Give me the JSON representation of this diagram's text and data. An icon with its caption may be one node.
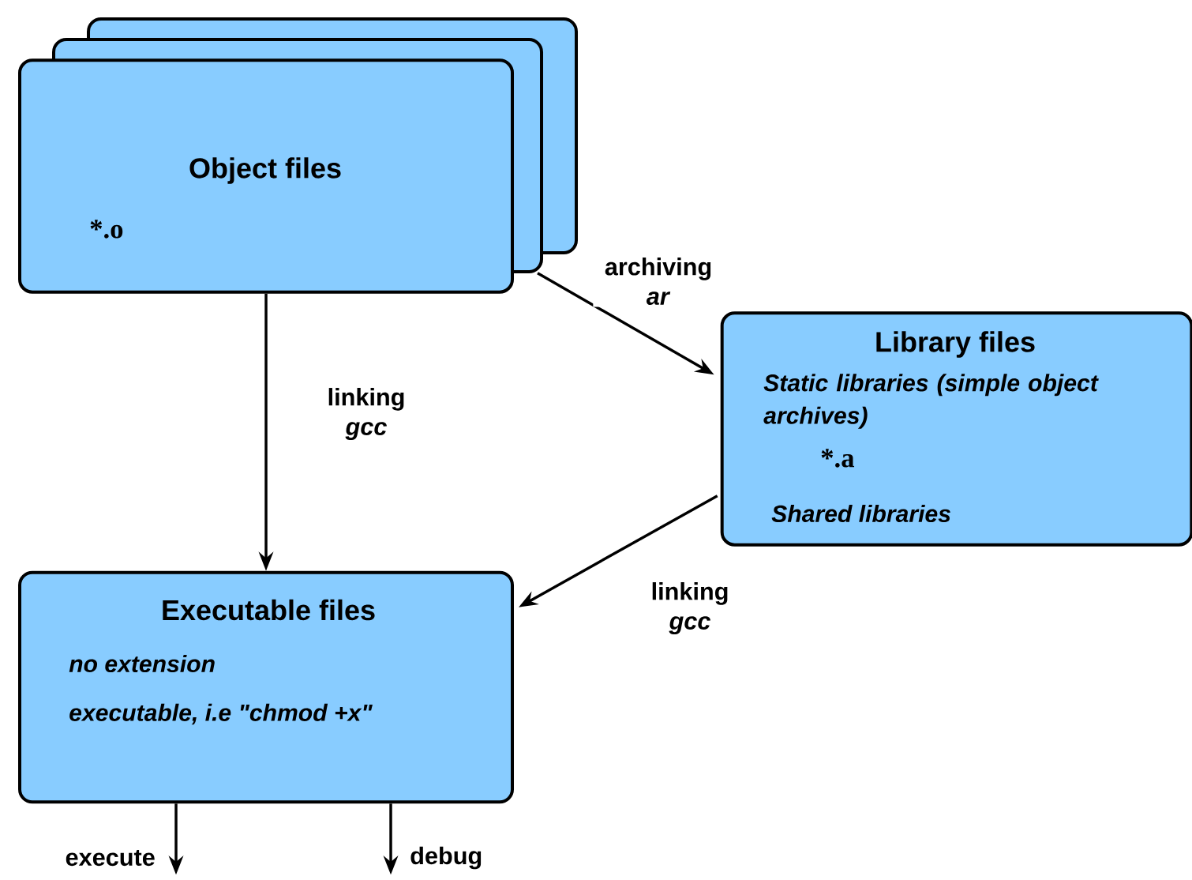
{
  "diagram": {
    "nodes": [
      {
        "text": [
          "Object files",
          "*.o"
        ]
      },
      {
        "text": [
          "Library files",
          "Static libraries (simple object archives)",
          "*.a",
          "Shared libraries"
        ]
      },
      {
        "text": [
          "Executable files",
          "no extension",
          "executable, i.e \"chmod +x\""
        ]
      }
    ],
    "edges": [
      {
        "from": 0,
        "to": 2,
        "arrow": "to",
        "label": "linking *gcc*"
      },
      {
        "from": 0,
        "to": 1,
        "arrow": "to",
        "label": "archiving *ar*"
      },
      {
        "from": 1,
        "to": 2,
        "arrow": "to",
        "label": "linking *gcc*"
      },
      {
        "from": 2,
        "to": null,
        "arrow": "to",
        "label": "execute"
      },
      {
        "from": 2,
        "to": null,
        "arrow": "to",
        "label": "debug"
      }
    ]
  }
}
